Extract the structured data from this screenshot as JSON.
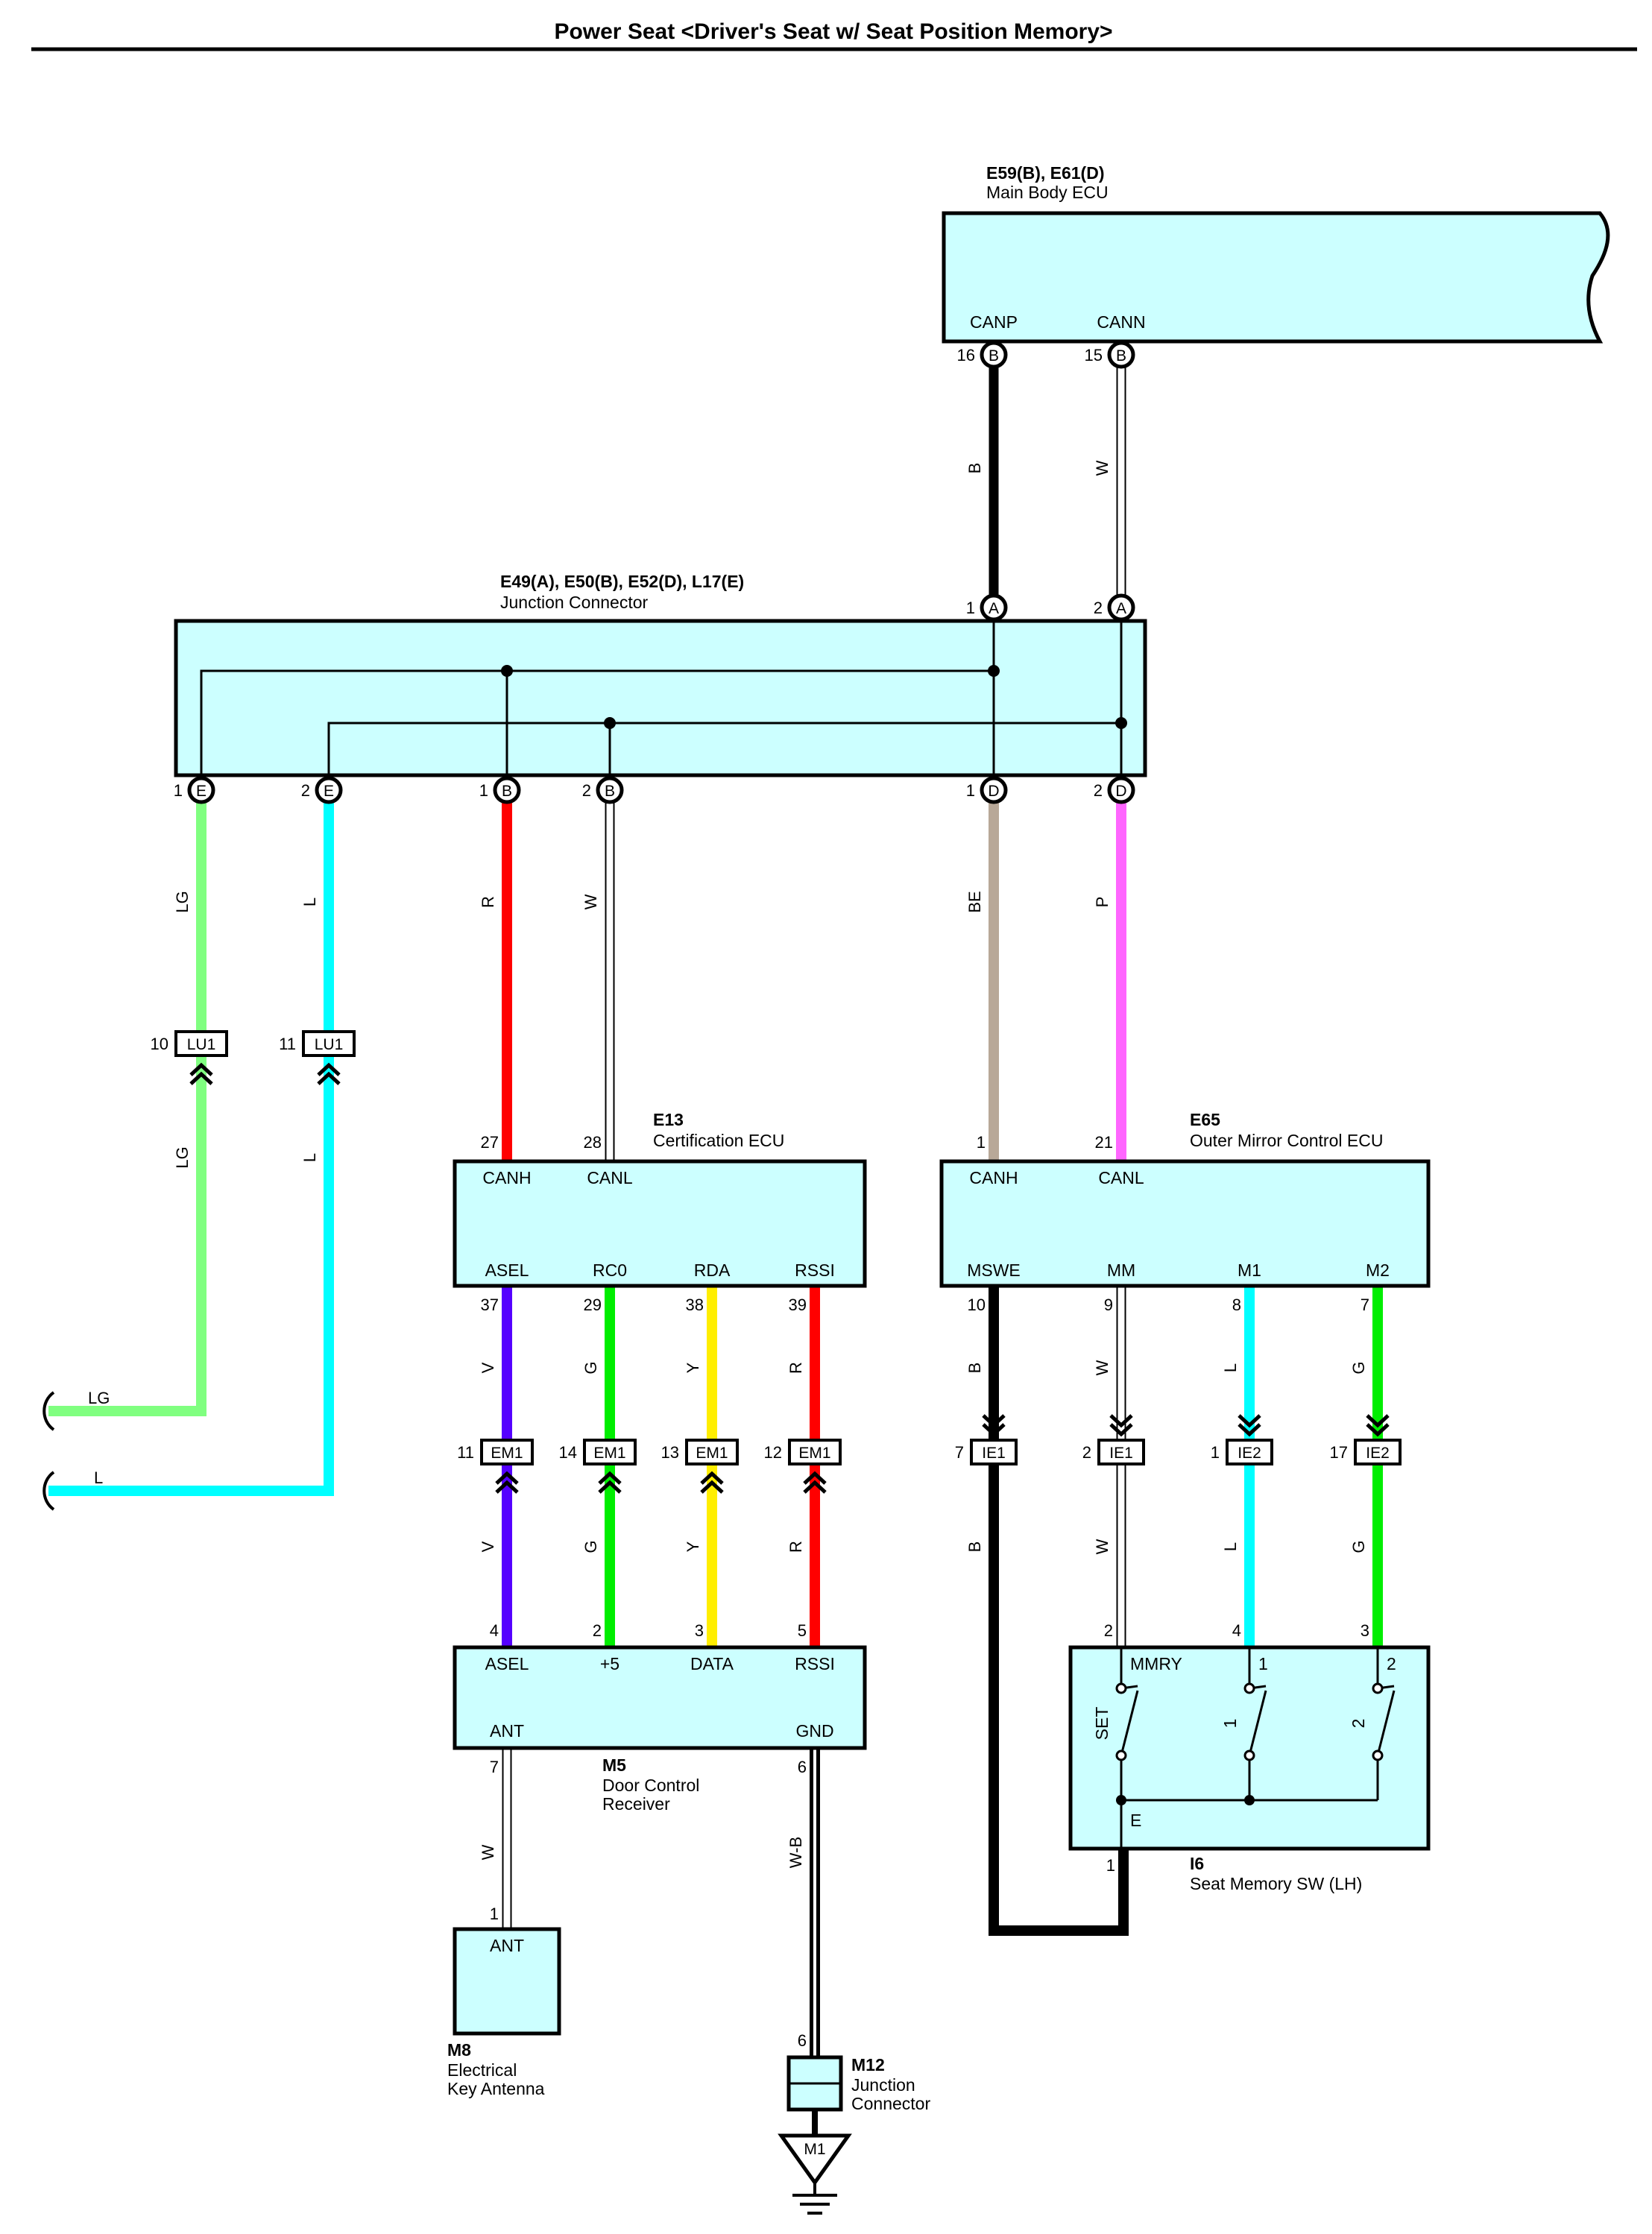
{
  "title": "Power Seat <Driver's Seat w/ Seat Position Memory>",
  "components": {
    "main_body_ecu": {
      "code": "E59(B), E61(D)",
      "name": "Main Body ECU",
      "pins": [
        {
          "num": "16",
          "conn": "B",
          "label": "CANP"
        },
        {
          "num": "15",
          "conn": "B",
          "label": "CANN"
        }
      ]
    },
    "junction_connector": {
      "code": "E49(A), E50(B), E52(D), L17(E)",
      "name": "Junction Connector",
      "top_pins": [
        {
          "num": "1",
          "conn": "A"
        },
        {
          "num": "2",
          "conn": "A"
        }
      ],
      "bottom_pins": [
        {
          "num": "1",
          "conn": "E"
        },
        {
          "num": "2",
          "conn": "E"
        },
        {
          "num": "1",
          "conn": "B"
        },
        {
          "num": "2",
          "conn": "B"
        },
        {
          "num": "1",
          "conn": "D"
        },
        {
          "num": "2",
          "conn": "D"
        }
      ]
    },
    "certification_ecu": {
      "code": "E13",
      "name": "Certification ECU",
      "top_pins": [
        {
          "num": "27",
          "label": "CANH"
        },
        {
          "num": "28",
          "label": "CANL"
        }
      ],
      "bottom_pins": [
        {
          "num": "37",
          "label": "ASEL"
        },
        {
          "num": "29",
          "label": "RC0"
        },
        {
          "num": "38",
          "label": "RDA"
        },
        {
          "num": "39",
          "label": "RSSI"
        }
      ]
    },
    "outer_mirror_ecu": {
      "code": "E65",
      "name": "Outer Mirror Control ECU",
      "top_pins": [
        {
          "num": "1",
          "label": "CANH"
        },
        {
          "num": "21",
          "label": "CANL"
        }
      ],
      "bottom_pins": [
        {
          "num": "10",
          "label": "MSWE"
        },
        {
          "num": "9",
          "label": "MM"
        },
        {
          "num": "8",
          "label": "M1"
        },
        {
          "num": "7",
          "label": "M2"
        }
      ]
    },
    "door_control_receiver": {
      "code": "M5",
      "name_line1": "Door Control",
      "name_line2": "Receiver",
      "top_pins": [
        {
          "num": "4",
          "label": "ASEL"
        },
        {
          "num": "2",
          "label": "+5"
        },
        {
          "num": "3",
          "label": "DATA"
        },
        {
          "num": "5",
          "label": "RSSI"
        }
      ],
      "bottom_pins": [
        {
          "num": "7",
          "label": "ANT"
        },
        {
          "num": "6",
          "label": "GND"
        }
      ]
    },
    "seat_memory_sw": {
      "code": "I6",
      "name": "Seat Memory SW (LH)",
      "top_pins": [
        {
          "num": "2",
          "label": "MMRY"
        },
        {
          "num": "4",
          "label": "1"
        },
        {
          "num": "3",
          "label": "2"
        }
      ],
      "switch_labels": [
        "SET",
        "1",
        "2"
      ],
      "common_label": "E",
      "ground_pin": "1"
    },
    "key_antenna": {
      "code": "M8",
      "name_line1": "Electrical",
      "name_line2": "Key Antenna",
      "pin": "1",
      "label": "ANT"
    },
    "junction_connector_m12": {
      "code": "M12",
      "name_line1": "Junction",
      "name_line2": "Connector",
      "pin": "6",
      "ground_label": "M1"
    }
  },
  "wires": {
    "canp": "B",
    "cann": "W",
    "lg": "LG",
    "l": "L",
    "r_canh": "R",
    "w_canl": "W",
    "be": "BE",
    "p": "P",
    "v": "V",
    "g": "G",
    "y": "Y",
    "r": "R",
    "b": "B",
    "w": "W",
    "wb": "W-B"
  },
  "inline_connectors": {
    "lu1_a": {
      "num": "10",
      "name": "LU1"
    },
    "lu1_b": {
      "num": "11",
      "name": "LU1"
    },
    "em1_a": {
      "num": "11",
      "name": "EM1"
    },
    "em1_b": {
      "num": "14",
      "name": "EM1"
    },
    "em1_c": {
      "num": "13",
      "name": "EM1"
    },
    "em1_d": {
      "num": "12",
      "name": "EM1"
    },
    "ie1_a": {
      "num": "7",
      "name": "IE1"
    },
    "ie1_b": {
      "num": "2",
      "name": "IE1"
    },
    "ie2_a": {
      "num": "1",
      "name": "IE2"
    },
    "ie2_b": {
      "num": "17",
      "name": "IE2"
    }
  },
  "offpage": {
    "lg": "LG",
    "l": "L"
  },
  "colors": {
    "body_fill": "#ccffff",
    "LG": "#80ff80",
    "L": "#00ffff",
    "R": "#ff0000",
    "BE": "#b8a898",
    "P": "#ff66ff",
    "V": "#5500ff",
    "G": "#00ee00",
    "Y": "#ffee00",
    "B": "#000000",
    "W": "#ffffff"
  }
}
